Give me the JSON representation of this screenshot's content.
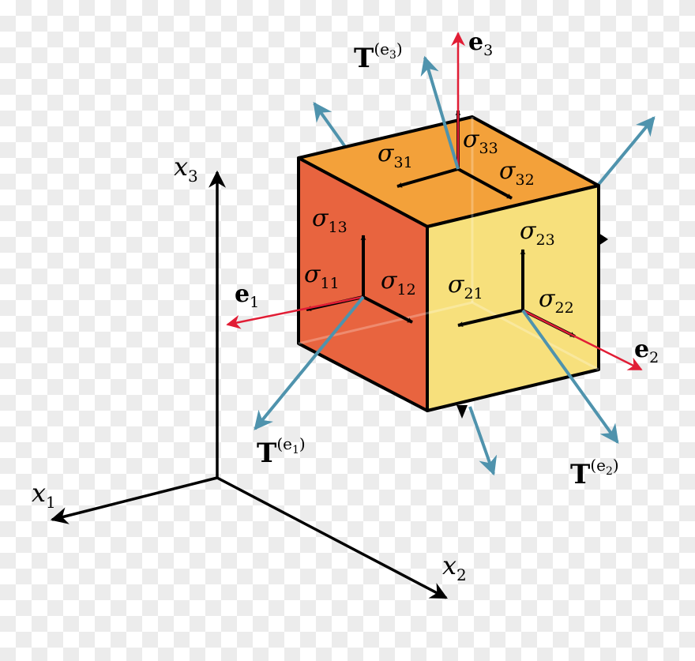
{
  "colors": {
    "left_face": "#e8643f",
    "front_face": "#f7e07c",
    "top_face": "#f3a13a",
    "traction": "#4f93ad",
    "basis": "#e11d35",
    "edge": "#000000"
  },
  "labels": {
    "axis_x1": {
      "main": "x",
      "sub": "1"
    },
    "axis_x2": {
      "main": "x",
      "sub": "2"
    },
    "axis_x3": {
      "main": "x",
      "sub": "3"
    },
    "basis_e1": {
      "main": "e",
      "sub": "1"
    },
    "basis_e2": {
      "main": "e",
      "sub": "2"
    },
    "basis_e3": {
      "main": "e",
      "sub": "3"
    },
    "traction_e1": {
      "main": "T",
      "sup": "(e",
      "sub": "1",
      "close": ")"
    },
    "traction_e2": {
      "main": "T",
      "sup": "(e",
      "sub": "2",
      "close": ")"
    },
    "traction_e3": {
      "main": "T",
      "sup": "(e",
      "sub": "3",
      "close": ")"
    },
    "sigma_11": {
      "main": "σ",
      "sub": "11"
    },
    "sigma_12": {
      "main": "σ",
      "sub": "12"
    },
    "sigma_13": {
      "main": "σ",
      "sub": "13"
    },
    "sigma_21": {
      "main": "σ",
      "sub": "21"
    },
    "sigma_22": {
      "main": "σ",
      "sub": "22"
    },
    "sigma_23": {
      "main": "σ",
      "sub": "23"
    },
    "sigma_31": {
      "main": "σ",
      "sub": "31"
    },
    "sigma_32": {
      "main": "σ",
      "sub": "32"
    },
    "sigma_33": {
      "main": "σ",
      "sub": "33"
    }
  }
}
